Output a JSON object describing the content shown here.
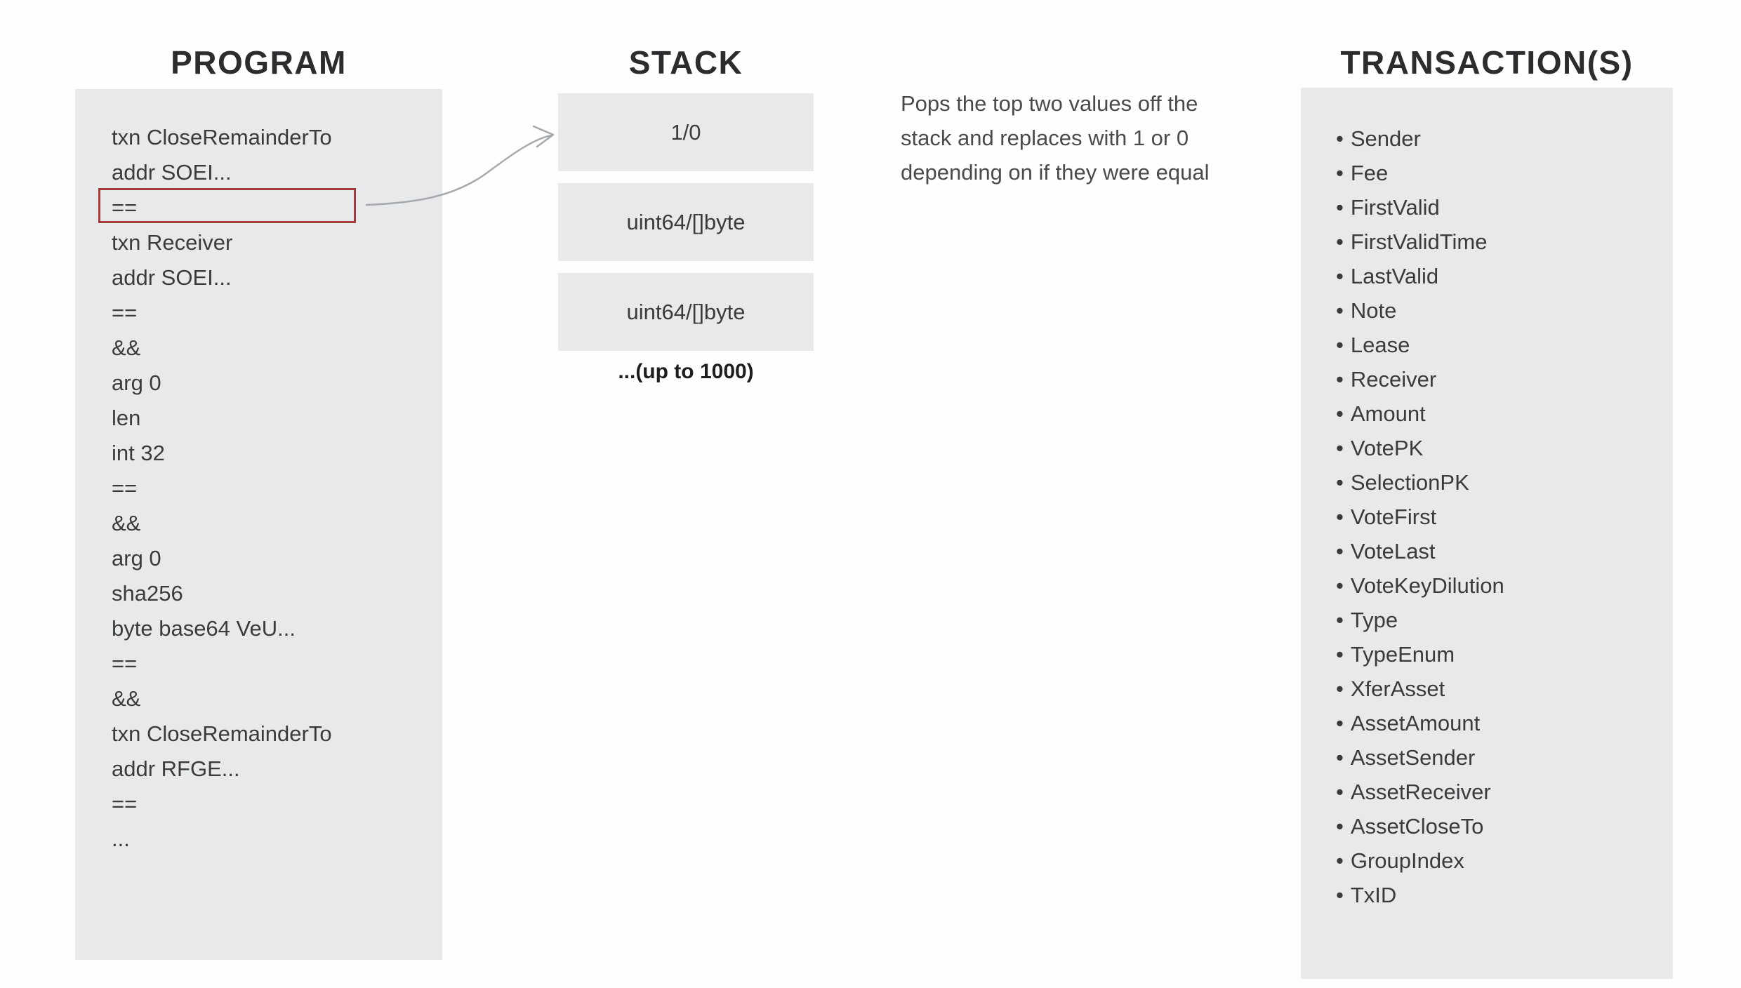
{
  "program": {
    "title": "PROGRAM",
    "lines": [
      "txn CloseRemainderTo",
      "addr SOEI...",
      "==",
      "txn Receiver",
      "addr SOEI...",
      "==",
      "&&",
      "arg 0",
      "len",
      "int 32",
      "==",
      "&&",
      "arg 0",
      "sha256",
      "byte base64 VeU...",
      "==",
      "&&",
      "txn CloseRemainderTo",
      "addr RFGE...",
      "==",
      "..."
    ],
    "highlighted_line_index": 2
  },
  "stack": {
    "title": "STACK",
    "cells": [
      "1/0",
      "uint64/[]byte",
      "uint64/[]byte"
    ],
    "overflow_note": "...(up to 1000)"
  },
  "description": {
    "lines": [
      "Pops the top two values off the",
      "stack and replaces with 1 or 0",
      "depending on if they were equal"
    ]
  },
  "transactions": {
    "title": "TRANSACTION(S)",
    "bullet": "•",
    "fields": [
      "Sender",
      "Fee",
      "FirstValid",
      "FirstValidTime",
      "LastValid",
      "Note",
      "Lease",
      "Receiver",
      "Amount",
      "VotePK",
      "SelectionPK",
      "VoteFirst",
      "VoteLast",
      "VoteKeyDilution",
      "Type",
      "TypeEnum",
      "XferAsset",
      "AssetAmount",
      "AssetSender",
      "AssetReceiver",
      "AssetCloseTo",
      "GroupIndex",
      "TxID"
    ]
  },
  "colors": {
    "panel_bg": "#e8e9eb",
    "highlight_border": "#a43a39",
    "arrow": "#a6a9ad",
    "code_text": "#3b3b3d",
    "title_text": "#2c2c2e"
  }
}
